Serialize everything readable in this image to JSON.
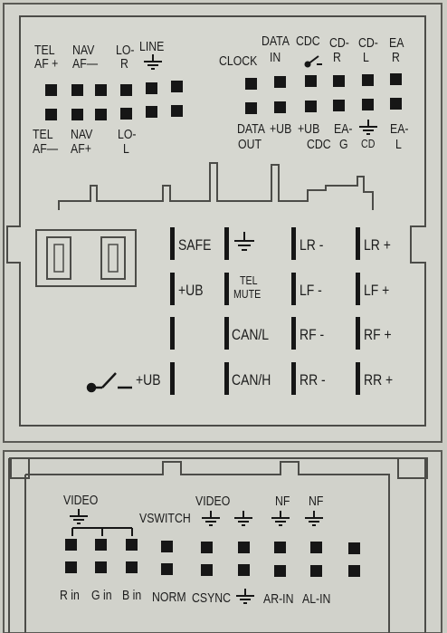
{
  "upper_connector": {
    "top_labels": {
      "tel_af_plus": [
        "TEL",
        "AF +"
      ],
      "nav_af_minus": [
        "NAV",
        "AF—"
      ],
      "lo_r": [
        "LO-",
        "R"
      ],
      "line": "LINE",
      "clock": "CLOCK",
      "data_in": [
        "DATA",
        "IN"
      ],
      "cdc": "CDC",
      "cd_r": [
        "CD-",
        "R"
      ],
      "cd_l": [
        "CD-",
        "L"
      ],
      "ea_r": [
        "EA",
        "R"
      ]
    },
    "bottom_labels": {
      "tel_af_minus": [
        "TEL",
        "AF—"
      ],
      "nav_af_plus": [
        "NAV",
        "AF+"
      ],
      "lo_l": [
        "LO-",
        "L"
      ],
      "data_out": [
        "DATA",
        "OUT"
      ],
      "plus_ub": "+UB",
      "plus_ub_cdc": [
        "+UB",
        "CDC"
      ],
      "ea_g": [
        "EA-",
        "G"
      ],
      "cd_gnd": "CD",
      "ea_l": [
        "EA-",
        "L"
      ]
    },
    "power_labels": {
      "safe": "SAFE",
      "plus_ub": "+UB",
      "tel_mute": [
        "TEL",
        "MUTE"
      ],
      "can_l": "CAN/L",
      "can_h": "CAN/H",
      "switch_plus_ub": "+UB"
    },
    "speaker_labels": {
      "lr_minus": "LR -",
      "lr_plus": "LR +",
      "lf_minus": "LF -",
      "lf_plus": "LF +",
      "rf_minus": "RF -",
      "rf_plus": "RF +",
      "rr_minus": "RR -",
      "rr_plus": "RR +"
    }
  },
  "lower_connector": {
    "top_labels": {
      "video_left": "VIDEO",
      "vswitch": "VSWITCH",
      "video_right": "VIDEO",
      "nf_1": "NF",
      "nf_2": "NF"
    },
    "bottom_labels": {
      "r_in": "R in",
      "g_in": "G in",
      "b_in": "B in",
      "norm": "NORM",
      "csync": "CSYNC",
      "ar_in": "AR-IN",
      "al_in": "AL-IN"
    }
  },
  "colors": {
    "panel": "#d2d3cc",
    "ink": "#1c1c1c",
    "pin": "#161616"
  }
}
